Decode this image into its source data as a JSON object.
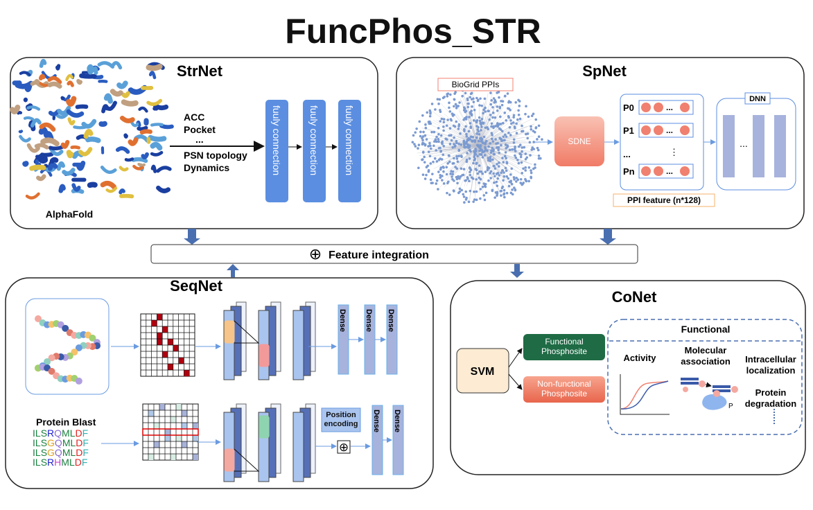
{
  "title": "FuncPhos_STR",
  "strnet": {
    "title": "StrNet",
    "source_label": "AlphaFold",
    "features": [
      "ACC",
      "Pocket",
      "...",
      "PSN topology",
      "Dynamics"
    ],
    "layers": [
      "fuuly connection",
      "fuuly connection",
      "fuuly connection"
    ]
  },
  "spnet": {
    "title": "SpNet",
    "network_label": "BioGrid PPIs",
    "embedding_label": "SDNE",
    "rows": [
      "P0",
      "P1",
      "...",
      "Pn"
    ],
    "row_ellipsis": "...",
    "column_ellipsis": "⋮",
    "feature_label": "PPI feature (n*128)",
    "dnn_label": "DNN",
    "dnn_ellipsis": "..."
  },
  "integration": {
    "symbol": "⊕",
    "label": "Feature integration"
  },
  "seqnet": {
    "title": "SeqNet",
    "dense_labels": [
      "Dense",
      "Dense",
      "Dense"
    ],
    "blast_title": "Protein Blast",
    "blast_rows": [
      "ILSRQMLDF",
      "ILSGQMLDF",
      "ILSGQMLDF",
      "ILSRHMLDF"
    ],
    "position_encoding": "Position encoding",
    "add_symbol": "⊕",
    "dense_labels_bottom": [
      "Dense",
      "Dense"
    ]
  },
  "conet": {
    "title": "CoNet",
    "classifier": "SVM",
    "positive": "Functional Phosphosite",
    "negative": "Non-functional Phosphosite",
    "functional_title": "Functional",
    "categories": [
      "Activity",
      "Molecular association",
      "Intracellular localization",
      "Protein degradation"
    ],
    "phospho_label": "P"
  },
  "colors": {
    "box_stroke": "#222222",
    "layer_blue": "#5b8ee0",
    "light_blue": "#a9c4ee",
    "dark_blue": "#5670b8",
    "salmon": "#f08070",
    "green": "#1e6b45",
    "arrow_blue": "#4a6fb0"
  }
}
